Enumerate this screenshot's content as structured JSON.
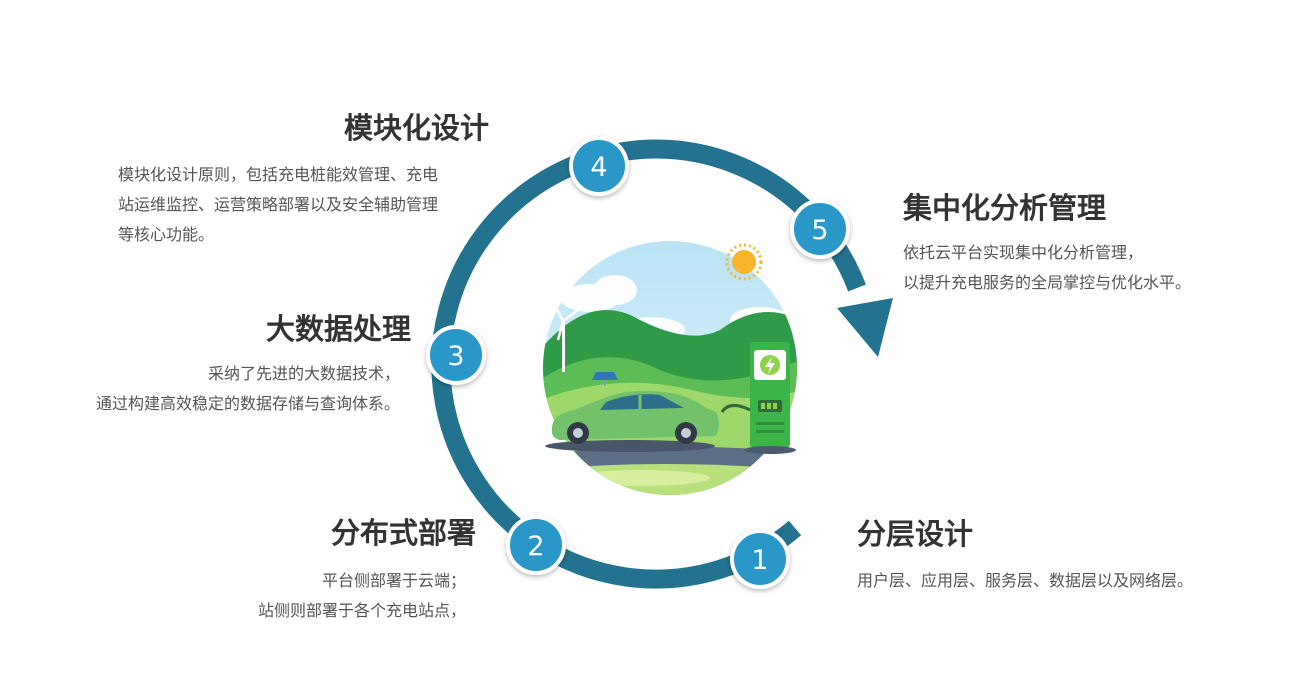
{
  "colors": {
    "ring": "#23728f",
    "badge_fill": "#2b97c9",
    "badge_border": "#ffffff",
    "title": "#333333",
    "text": "#555555"
  },
  "steps": [
    {
      "number": "1",
      "title": "分层设计",
      "lines": [
        "用户层、应用层、服务层、数据层以及网络层。"
      ]
    },
    {
      "number": "2",
      "title": "分布式部署",
      "lines": [
        "平台侧部署于云端；",
        "站侧则部署于各个充电站点，"
      ]
    },
    {
      "number": "3",
      "title": "大数据处理",
      "lines": [
        "采纳了先进的大数据技术，",
        "通过构建高效稳定的数据存储与查询体系。"
      ]
    },
    {
      "number": "4",
      "title": "模块化设计",
      "lines": [
        "模块化设计原则，包括充电桩能效管理、充电",
        "站运维监控、运营策略部署以及安全辅助管理",
        "等核心功能。"
      ]
    },
    {
      "number": "5",
      "title": "集中化分析管理",
      "lines": [
        "依托云平台实现集中化分析管理，",
        "以提升充电服务的全局掌控与优化水平。"
      ]
    }
  ],
  "illustration": {
    "icons": [
      "sun-icon",
      "wind-turbine-icon",
      "solar-panel-icon",
      "electric-car-icon",
      "charging-station-icon",
      "lightning-icon",
      "battery-icon"
    ]
  }
}
